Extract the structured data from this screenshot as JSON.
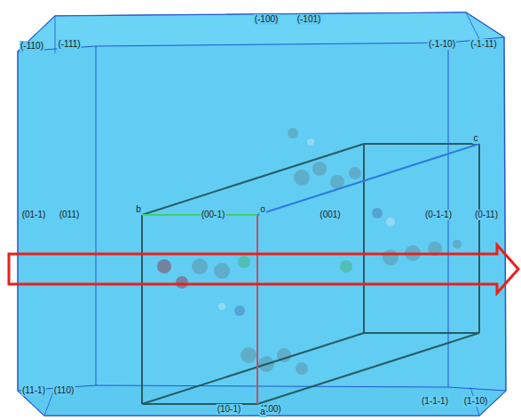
{
  "diagram": {
    "labels": [
      "(-110)",
      "(-111)",
      "(-100)",
      "(-101)",
      "(-1-10)",
      "(-1-11)",
      "(01-1)",
      "(011)",
      "b",
      "(00-1)",
      "o",
      "(001)",
      "(0-1-1)",
      "(0-11)",
      "c",
      "(11-1)",
      "(110)",
      "(10-1)",
      "(100)",
      "a",
      "(1-1-1)",
      "(1-10)"
    ]
  }
}
